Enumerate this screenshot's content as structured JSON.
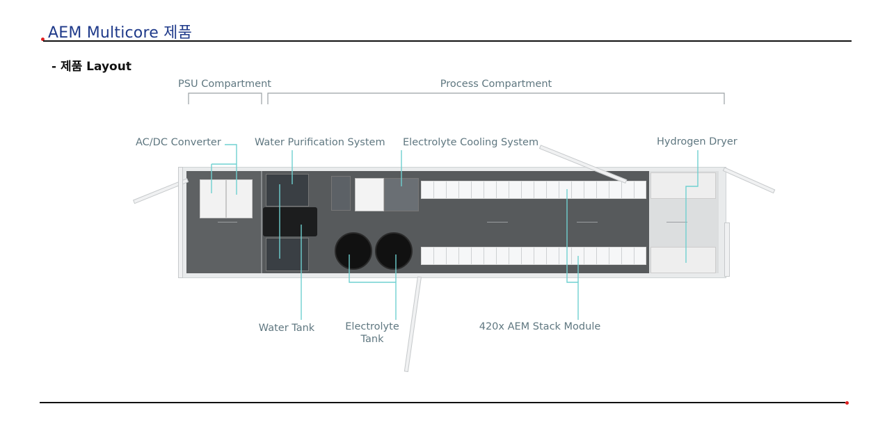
{
  "page": {
    "title": "AEM Multicore 제품",
    "subtitle": "- 제품 Layout"
  },
  "compartments": {
    "psu": "PSU Compartment",
    "process": "Process Compartment"
  },
  "callouts": {
    "ac_dc_converter": "AC/DC Converter",
    "water_purification": "Water Purification System",
    "electrolyte_cooling": "Electrolyte Cooling System",
    "hydrogen_dryer": "Hydrogen Dryer",
    "water_tank": "Water Tank",
    "electrolyte_tank_line1": "Electrolyte",
    "electrolyte_tank_line2": "Tank",
    "aem_stack_module": "420x AEM Stack Module"
  },
  "colors": {
    "title": "#1f3a8a",
    "accent_dot": "#e02020",
    "leader_line": "#6fd0d0",
    "label_text": "#5f7780"
  }
}
